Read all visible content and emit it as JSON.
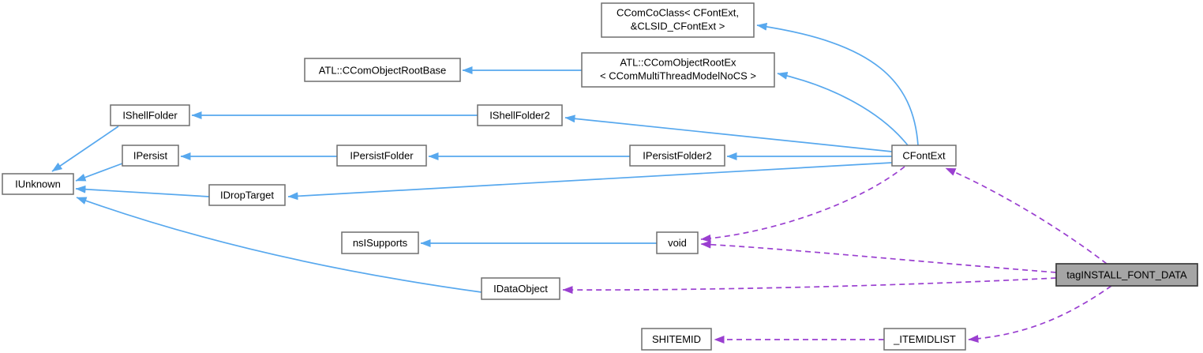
{
  "colors": {
    "inheritance_arrow": "#57a8ee",
    "usage_arrow": "#9a3fd0",
    "node_fill": "#ffffff",
    "node_border": "#6e6e6e",
    "highlight_fill": "#a5a5a5",
    "highlight_border": "#3a3a3a",
    "text": "#000000",
    "background": "#ffffff"
  },
  "nodes": {
    "ccomcoclass": {
      "line1": "CComCoClass< CFontExt,",
      "line2": "&CLSID_CFontExt >"
    },
    "rootbase": {
      "label": "ATL::CComObjectRootBase"
    },
    "rootex": {
      "line1": "ATL::CComObjectRootEx",
      "line2": "< CComMultiThreadModelNoCS >"
    },
    "ishellfolder": {
      "label": "IShellFolder"
    },
    "ishellfolder2": {
      "label": "IShellFolder2"
    },
    "ipersist": {
      "label": "IPersist"
    },
    "ipersistfolder": {
      "label": "IPersistFolder"
    },
    "ipersistfolder2": {
      "label": "IPersistFolder2"
    },
    "iunknown": {
      "label": "IUnknown"
    },
    "idroptarget": {
      "label": "IDropTarget"
    },
    "nsisupports": {
      "label": "nsISupports"
    },
    "void": {
      "label": "void"
    },
    "idataobject": {
      "label": "IDataObject"
    },
    "cfontext": {
      "label": "CFontExt"
    },
    "taginstall": {
      "label": "tagINSTALL_FONT_DATA"
    },
    "shitemid": {
      "label": "SHITEMID"
    },
    "itemidlist": {
      "label": "_ITEMIDLIST"
    }
  },
  "edges": {
    "inheritance": [
      {
        "from": "CFontExt",
        "to": "CComCoClass< CFontExt, &CLSID_CFontExt >"
      },
      {
        "from": "CFontExt",
        "to": "ATL::CComObjectRootEx< CComMultiThreadModelNoCS >"
      },
      {
        "from": "ATL::CComObjectRootEx< CComMultiThreadModelNoCS >",
        "to": "ATL::CComObjectRootBase"
      },
      {
        "from": "CFontExt",
        "to": "IShellFolder2"
      },
      {
        "from": "IShellFolder2",
        "to": "IShellFolder"
      },
      {
        "from": "IShellFolder",
        "to": "IUnknown"
      },
      {
        "from": "CFontExt",
        "to": "IPersistFolder2"
      },
      {
        "from": "IPersistFolder2",
        "to": "IPersistFolder"
      },
      {
        "from": "IPersistFolder",
        "to": "IPersist"
      },
      {
        "from": "IPersist",
        "to": "IUnknown"
      },
      {
        "from": "CFontExt",
        "to": "IDropTarget"
      },
      {
        "from": "IDropTarget",
        "to": "IUnknown"
      },
      {
        "from": "IDataObject",
        "to": "IUnknown"
      },
      {
        "from": "void",
        "to": "nsISupports"
      }
    ],
    "usage": [
      {
        "from": "tagINSTALL_FONT_DATA",
        "to": "CFontExt"
      },
      {
        "from": "tagINSTALL_FONT_DATA",
        "to": "void"
      },
      {
        "from": "CFontExt",
        "to": "void"
      },
      {
        "from": "tagINSTALL_FONT_DATA",
        "to": "IDataObject"
      },
      {
        "from": "tagINSTALL_FONT_DATA",
        "to": "_ITEMIDLIST"
      },
      {
        "from": "_ITEMIDLIST",
        "to": "SHITEMID"
      }
    ]
  }
}
